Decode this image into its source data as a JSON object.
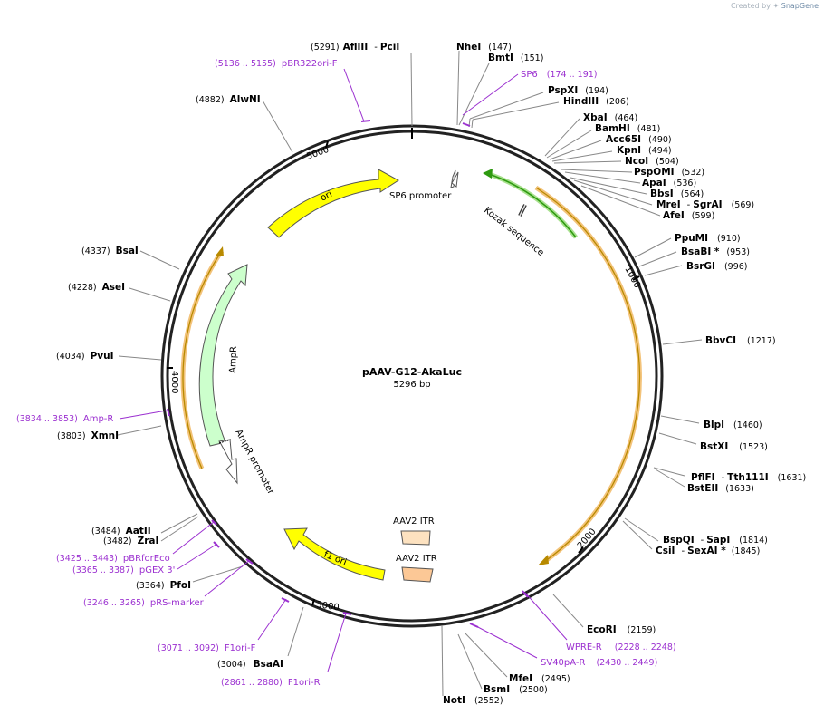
{
  "credit": {
    "prefix": "Created by",
    "brand": "SnapGene"
  },
  "plasmid": {
    "name": "pAAV-G12-AkaLuc",
    "length_label": "5296 bp",
    "length": 5296
  },
  "ticks": [
    "1000",
    "2000",
    "3000",
    "4000",
    "5000"
  ],
  "sites": [
    {
      "name": "AflIII",
      "pos": "(5291)",
      "extra": "PciI"
    },
    {
      "name": "NheI",
      "pos": "(147)"
    },
    {
      "name": "BmtI",
      "pos": "(151)"
    },
    {
      "name": "PspXI",
      "pos": "(194)"
    },
    {
      "name": "HindIII",
      "pos": "(206)"
    },
    {
      "name": "XbaI",
      "pos": "(464)"
    },
    {
      "name": "BamHI",
      "pos": "(481)"
    },
    {
      "name": "Acc65I",
      "pos": "(490)"
    },
    {
      "name": "KpnI",
      "pos": "(494)"
    },
    {
      "name": "NcoI",
      "pos": "(504)"
    },
    {
      "name": "PspOMI",
      "pos": "(532)"
    },
    {
      "name": "ApaI",
      "pos": "(536)"
    },
    {
      "name": "BbsI",
      "pos": "(564)"
    },
    {
      "name": "MreI",
      "pos": "",
      "extra": "SgrAI",
      "extra_pos": "(569)"
    },
    {
      "name": "AfeI",
      "pos": "(599)"
    },
    {
      "name": "PpuMI",
      "pos": "(910)"
    },
    {
      "name": "BsaBI *",
      "pos": "(953)"
    },
    {
      "name": "BsrGI",
      "pos": "(996)"
    },
    {
      "name": "BbvCI",
      "pos": "(1217)"
    },
    {
      "name": "BlpI",
      "pos": "(1460)"
    },
    {
      "name": "BstXI",
      "pos": "(1523)"
    },
    {
      "name": "PflFI",
      "pos": "",
      "extra": "Tth111I",
      "extra_pos": "(1631)"
    },
    {
      "name": "BstEII",
      "pos": "(1633)"
    },
    {
      "name": "BspQI",
      "pos": "",
      "extra": "SapI",
      "extra_pos": "(1814)"
    },
    {
      "name": "CsiI",
      "pos": "",
      "extra": "SexAI *",
      "extra_pos": "(1845)"
    },
    {
      "name": "EcoRI",
      "pos": "(2159)"
    },
    {
      "name": "MfeI",
      "pos": "(2495)"
    },
    {
      "name": "BsmI",
      "pos": "(2500)"
    },
    {
      "name": "NotI",
      "pos": "(2552)"
    },
    {
      "name": "BsaAI",
      "pos": "(3004)"
    },
    {
      "name": "PfoI",
      "pos": "(3364)"
    },
    {
      "name": "ZraI",
      "pos": "(3482)"
    },
    {
      "name": "AatII",
      "pos": "(3484)"
    },
    {
      "name": "XmnI",
      "pos": "(3803)"
    },
    {
      "name": "PvuI",
      "pos": "(4034)"
    },
    {
      "name": "AseI",
      "pos": "(4228)"
    },
    {
      "name": "BsaI",
      "pos": "(4337)"
    },
    {
      "name": "AlwNI",
      "pos": "(4882)"
    }
  ],
  "primers": [
    {
      "name": "pBR322ori-F",
      "range": "(5136 .. 5155)"
    },
    {
      "name": "SP6",
      "range": "(174 .. 191)"
    },
    {
      "name": "WPRE-R",
      "range": "(2228 .. 2248)"
    },
    {
      "name": "SV40pA-R",
      "range": "(2430 .. 2449)"
    },
    {
      "name": "F1ori-R",
      "range": "(2861 .. 2880)"
    },
    {
      "name": "F1ori-F",
      "range": "(3071 .. 3092)"
    },
    {
      "name": "pRS-marker",
      "range": "(3246 .. 3265)"
    },
    {
      "name": "pGEX 3'",
      "range": "(3365 .. 3387)"
    },
    {
      "name": "pBRforEco",
      "range": "(3425 .. 3443)"
    },
    {
      "name": "Amp-R",
      "range": "(3834 .. 3853)"
    }
  ],
  "features": [
    {
      "name": "ori",
      "color": "#ffff00"
    },
    {
      "name": "SP6 promoter",
      "color": "#ffffff"
    },
    {
      "name": "Kozak sequence",
      "color": "#ffffff"
    },
    {
      "name": "AmpR",
      "color": "#ccffcc"
    },
    {
      "name": "AmpR promoter",
      "color": "#ffffff"
    },
    {
      "name": "f1 ori",
      "color": "#ffff00"
    },
    {
      "name": "AAV2 ITR",
      "color": "#fde2c0"
    },
    {
      "name": "AAV2 ITR",
      "color": "#fcc896"
    }
  ],
  "colors": {
    "primer": "#9b30d0",
    "orf_outline": "#f3c37a",
    "orf_fill": "#b88a00",
    "kozak_arrow": "#2e9a10"
  }
}
